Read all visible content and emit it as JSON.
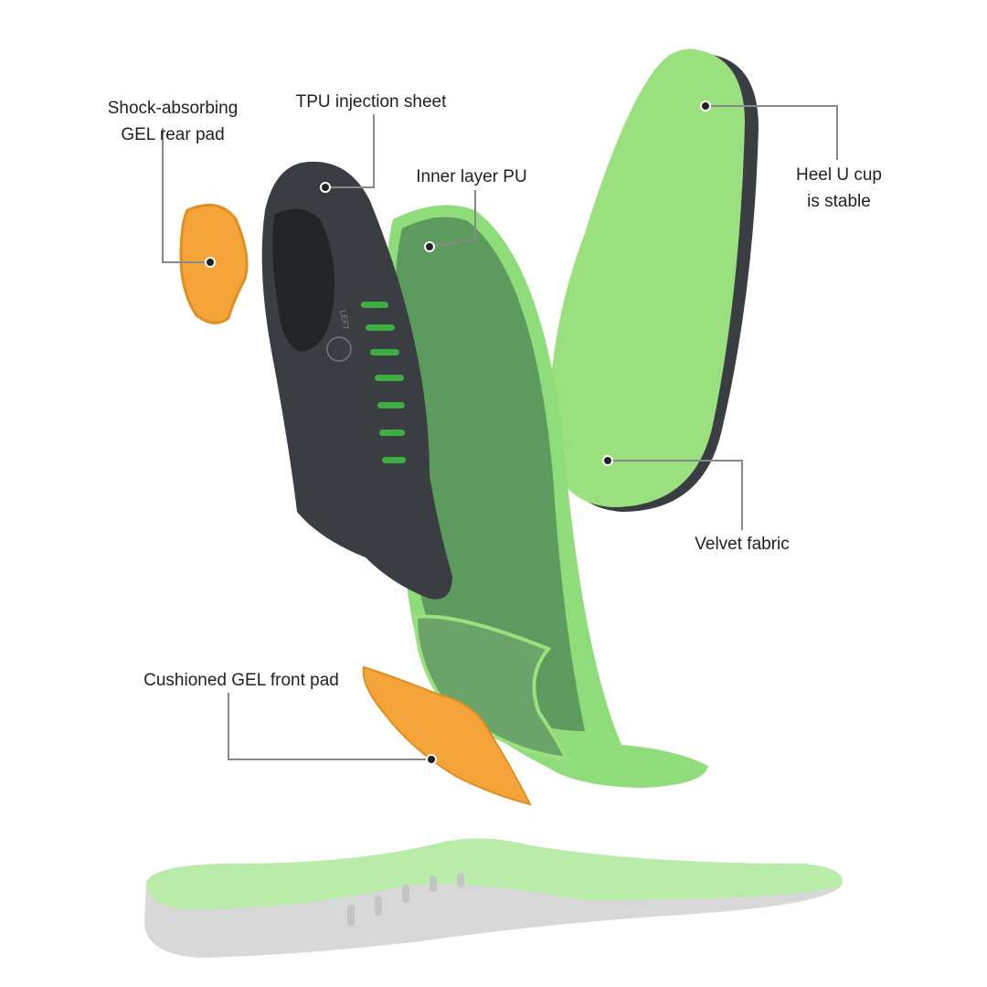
{
  "labels": {
    "rear_pad": [
      "Shock-absorbing",
      "GEL rear pad"
    ],
    "tpu_sheet": "TPU injection sheet",
    "inner_pu": "Inner layer PU",
    "heel_cup": [
      "Heel U cup",
      "is stable"
    ],
    "velvet": "Velvet fabric",
    "front_pad": "Cushioned GEL front pad"
  },
  "shell_marking": "LEFT",
  "colors": {
    "gel_orange": "#f5a43a",
    "tpu_dark": "#3a3d42",
    "pu_green": "#6fa56c",
    "velvet_green": "#9be07e",
    "leader_line": "#888888"
  }
}
